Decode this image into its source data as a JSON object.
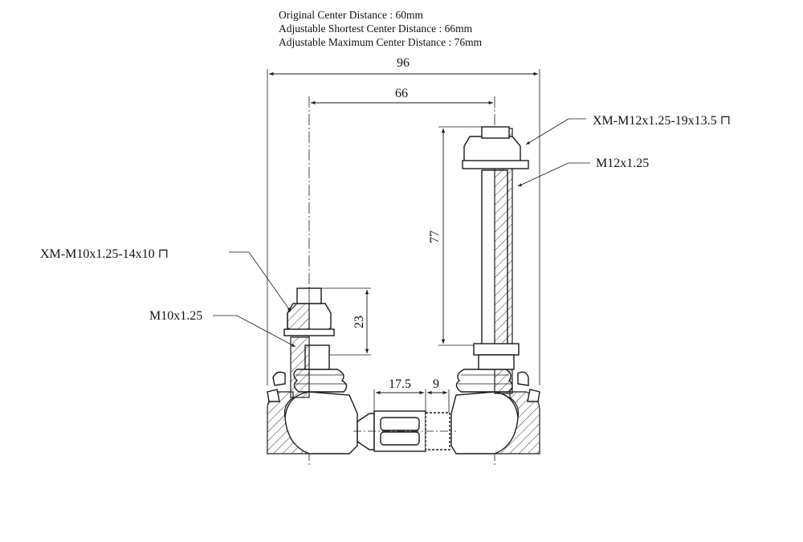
{
  "specs": {
    "original_center_distance": "Original  Center Distance : 60mm",
    "adjustable_shortest": "Adjustable Shortest Center Distance : 66mm",
    "adjustable_maximum": "Adjustable Maximum  Center Distance : 76mm"
  },
  "dimensions": {
    "overall_width": "96",
    "center_distance": "66",
    "right_stud_height": "77",
    "left_stud_height": "23",
    "rod_length": "17.5",
    "thread_length": "9"
  },
  "callouts": {
    "right_nut": "XM-M12x1.25-19x13.5",
    "right_thread": "M12x1.25",
    "left_nut": "XM-M10x1.25-14x10",
    "left_thread": "M10x1.25"
  },
  "symbols": {
    "nut_symbol": "⊓"
  }
}
